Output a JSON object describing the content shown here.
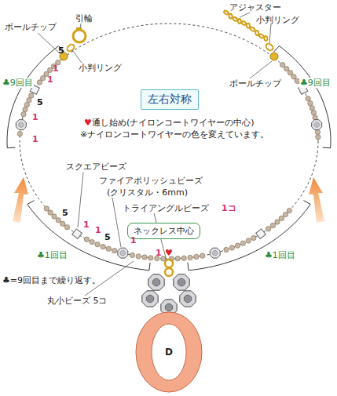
{
  "diagram": {
    "nodes": [
      {
        "text": [
          "左右対称"
        ]
      },
      {
        "text": [
          "ネックレス中心"
        ]
      },
      {
        "text": [
          "D"
        ]
      }
    ],
    "labels": [
      "ボールチップ",
      "引輪",
      "小判リング",
      "5",
      "1",
      "1",
      "5",
      "1",
      "1",
      "♣9回目",
      "アジャスター",
      "小判リング",
      "ボールチップ",
      "♣9回目",
      "♥通し始め(ナイロンコートワイヤーの中心)",
      "※ナイロンコートワイヤーの色を変えています。",
      "スクエアビーズ",
      "ファイアポリッシュビーズ",
      "(クリスタル・6mm)",
      "トライアングルビーズ",
      "1コ",
      "5",
      "1",
      "1",
      "5",
      "1",
      "1",
      "♥",
      "♣1回目",
      "♣1回目",
      "♣=9回目まで繰り返す。",
      "丸小ビーズ 5コ"
    ]
  }
}
